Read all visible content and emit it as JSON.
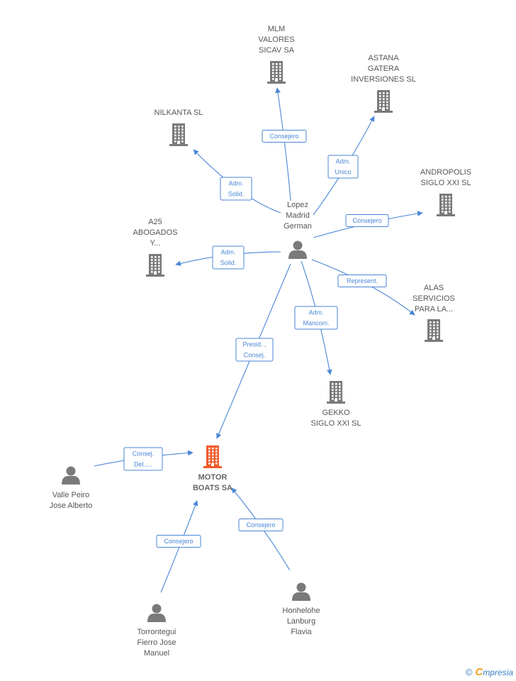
{
  "colors": {
    "edge": "#4a86d6",
    "company_icon": "#7a7a7a",
    "person_icon": "#7a7a7a",
    "focus_icon": "#f05a2b",
    "label_text": "#555555"
  },
  "nodes": [
    {
      "id": "mlm",
      "type": "company",
      "label": [
        "MLM",
        "VALORES",
        "SICAV SA"
      ]
    },
    {
      "id": "astana",
      "type": "company",
      "label": [
        "ASTANA",
        "GATERA",
        "INVERSIONES SL"
      ]
    },
    {
      "id": "nilkanta",
      "type": "company",
      "label": [
        "NILKANTA SL"
      ]
    },
    {
      "id": "andropolis",
      "type": "company",
      "label": [
        "ANDROPOLIS",
        "SIGLO XXI SL"
      ]
    },
    {
      "id": "a25",
      "type": "company",
      "label": [
        "A25",
        "ABOGADOS",
        "Y..."
      ]
    },
    {
      "id": "alas",
      "type": "company",
      "label": [
        "ALAS",
        "SERVICIOS",
        "PARA LA..."
      ]
    },
    {
      "id": "gekko",
      "type": "company",
      "label": [
        "GEKKO",
        "SIGLO XXI SL"
      ]
    },
    {
      "id": "motor",
      "type": "focus",
      "label": [
        "MOTOR",
        "BOATS SA"
      ]
    },
    {
      "id": "lopez",
      "type": "person",
      "label": [
        "Lopez",
        "Madrid",
        "German"
      ]
    },
    {
      "id": "valle",
      "type": "person",
      "label": [
        "Valle Peiro",
        "Jose Alberto"
      ]
    },
    {
      "id": "torrontegui",
      "type": "person",
      "label": [
        "Torrontegui",
        "Fierro Jose",
        "Manuel"
      ]
    },
    {
      "id": "honhelohe",
      "type": "person",
      "label": [
        "Honhelohe",
        "Lanburg",
        "Flavia"
      ]
    }
  ],
  "edges": [
    {
      "from": "lopez",
      "to": "mlm",
      "label": [
        "Consejero"
      ]
    },
    {
      "from": "lopez",
      "to": "astana",
      "label": [
        "Adm.",
        "Unico"
      ]
    },
    {
      "from": "lopez",
      "to": "nilkanta",
      "label": [
        "Adm.",
        "Solid."
      ]
    },
    {
      "from": "lopez",
      "to": "andropolis",
      "label": [
        "Consejero"
      ]
    },
    {
      "from": "lopez",
      "to": "a25",
      "label": [
        "Adm.",
        "Solid."
      ]
    },
    {
      "from": "lopez",
      "to": "alas",
      "label": [
        "Represent."
      ]
    },
    {
      "from": "lopez",
      "to": "gekko",
      "label": [
        "Adm.",
        "Mancom."
      ]
    },
    {
      "from": "lopez",
      "to": "motor",
      "label": [
        "Presid. ,",
        "Consej."
      ]
    },
    {
      "from": "valle",
      "to": "motor",
      "label": [
        "Consej.",
        "Del.,..."
      ]
    },
    {
      "from": "torrontegui",
      "to": "motor",
      "label": [
        "Consejero"
      ]
    },
    {
      "from": "honhelohe",
      "to": "motor",
      "label": [
        "Consejero"
      ]
    }
  ],
  "watermark": {
    "copyright": "©",
    "brand_initial": "C",
    "brand_rest": "mpresia"
  }
}
